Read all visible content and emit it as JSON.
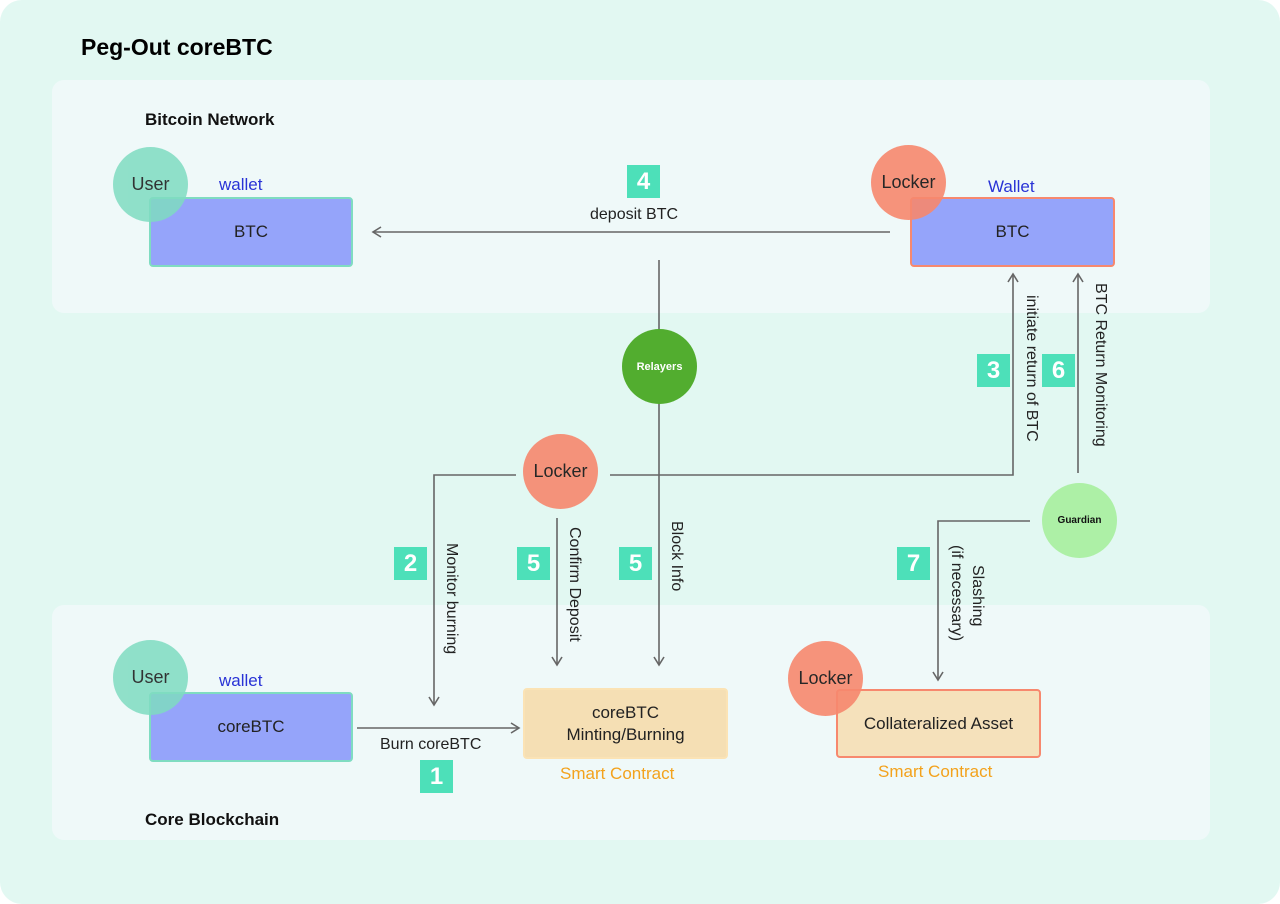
{
  "title": "Peg-Out coreBTC",
  "bitcoin_network": {
    "title": "Bitcoin Network",
    "user_label": "User",
    "user_wallet_label": "wallet",
    "user_box_label": "BTC",
    "locker_label": "Locker",
    "locker_wallet_label": "Wallet",
    "locker_box_label": "BTC"
  },
  "core_blockchain": {
    "title": "Core Blockchain",
    "user_label": "User",
    "user_wallet_label": "wallet",
    "user_box_label": "coreBTC",
    "contract_label_line1": "coreBTC",
    "contract_label_line2": "Minting/Burning",
    "contract_caption": "Smart Contract",
    "locker_label": "Locker",
    "collateral_box_label": "Collateralized Asset",
    "collateral_caption": "Smart Contract"
  },
  "middle": {
    "relayers_label": "Relayers",
    "locker_label": "Locker",
    "guardian_label": "Guardian"
  },
  "steps": {
    "s1": {
      "num": "1",
      "text": "Burn coreBTC"
    },
    "s2": {
      "num": "2",
      "text": "Monitor burning"
    },
    "s3": {
      "num": "3",
      "text": "initiate return of BTC"
    },
    "s4": {
      "num": "4",
      "text": "deposit BTC"
    },
    "s5a": {
      "num": "5",
      "text": "Confirm Deposit"
    },
    "s5b": {
      "num": "5",
      "text": "Block Info"
    },
    "s6": {
      "num": "6",
      "text": "BTC Return Monitoring"
    },
    "s7": {
      "num": "7",
      "text_line1": "Slashing",
      "text_line2": "(if necessary)"
    }
  },
  "colors": {
    "background": "#e2f8f2",
    "panel": "#eff9f9",
    "step_badge": "#4de0b9",
    "user": "#7fdcc1",
    "locker": "#f7886e",
    "relayers": "#52ad2f",
    "guardian": "#adf0a6",
    "wallet_box": "#8191fa",
    "contract_box": "#f5dfb4"
  }
}
